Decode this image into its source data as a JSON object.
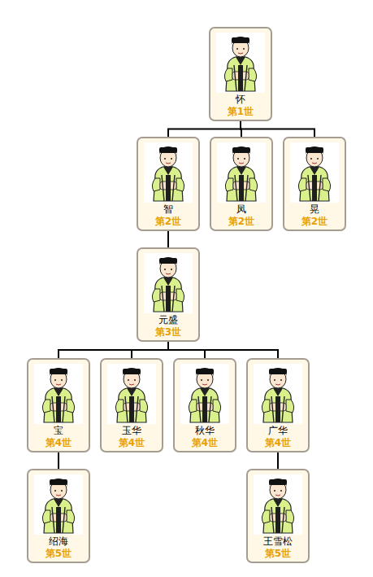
{
  "diagram": {
    "nodes": [
      {
        "text": [
          "怀",
          "第1世"
        ]
      },
      {
        "text": [
          "智",
          "第2世"
        ]
      },
      {
        "text": [
          "凤",
          "第2世"
        ]
      },
      {
        "text": [
          "晃",
          "第2世"
        ]
      },
      {
        "text": [
          "元盛",
          "第3世"
        ]
      },
      {
        "text": [
          "宝",
          "第4世"
        ]
      },
      {
        "text": [
          "玉华",
          "第4世"
        ]
      },
      {
        "text": [
          "秋华",
          "第4世"
        ]
      },
      {
        "text": [
          "广华",
          "第4世"
        ]
      },
      {
        "text": [
          "绍海",
          "第5世"
        ]
      },
      {
        "text": [
          "王雪松",
          "第5世"
        ]
      }
    ],
    "edges": [
      {
        "from": 0,
        "to": 1,
        "arrow": "none"
      },
      {
        "from": 0,
        "to": 2,
        "arrow": "none"
      },
      {
        "from": 0,
        "to": 3,
        "arrow": "none"
      },
      {
        "from": 1,
        "to": 4,
        "arrow": "none"
      },
      {
        "from": 4,
        "to": 5,
        "arrow": "none"
      },
      {
        "from": 4,
        "to": 6,
        "arrow": "none"
      },
      {
        "from": 4,
        "to": 7,
        "arrow": "none"
      },
      {
        "from": 4,
        "to": 8,
        "arrow": "none"
      },
      {
        "from": 5,
        "to": 9,
        "arrow": "none"
      },
      {
        "from": 8,
        "to": 10,
        "arrow": "none"
      }
    ]
  }
}
